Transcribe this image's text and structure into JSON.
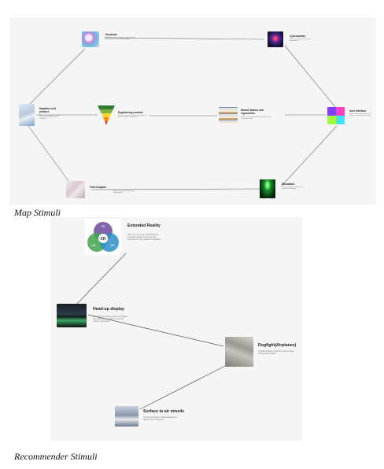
{
  "captions": {
    "map": "Map Stimuli",
    "recommender": "Recommender Stimuli"
  },
  "map_nodes": [
    {
      "title": "Pandemic",
      "desc": "Wikipedia article summary text describing the pandemic concept and related topics.",
      "image": "virus-illustration"
    },
    {
      "title": "Cyberwarfare",
      "desc": "Article summary text describing cyberwarfare.",
      "image": "cyber-skull"
    },
    {
      "title": "Negative-cost product",
      "desc": "Article summary text describing negative-cost products and economics.",
      "image": "office-interior"
    },
    {
      "title": "Engineering controls",
      "desc": "Article summary describing the hierarchy of hazard controls in engineering.",
      "image": "hazard-pyramid"
    },
    {
      "title": "Human factors and ergonomics",
      "desc": "Article summary describing human factors and ergonomics topics.",
      "image": "ergonomics-chart"
    },
    {
      "title": "User interface",
      "desc": "Article summary describing user interfaces and interaction design.",
      "image": "ui-screens"
    },
    {
      "title": "Field Hospital",
      "desc": "Article summary text describing field hospitals.",
      "image": "hospital-tent"
    },
    {
      "title": "Simulation",
      "desc": "Article summary text describing simulation technology.",
      "image": "green-simulation"
    }
  ],
  "rec_nodes": [
    {
      "title": "Extended Reality",
      "desc": "Short text summary describing the extended reality concept and its branches for the simulated interfaces.",
      "image": "xr-venn-diagram",
      "venn": {
        "center": "XR",
        "labels": [
          "VR",
          "AR",
          "MR"
        ]
      }
    },
    {
      "title": "Head-up display",
      "desc": "Short text describing head-up displays that present data without requiring users to look away.",
      "image": "hud-cockpit"
    },
    {
      "title": "Dogfight(Airplanes)",
      "desc": "Combat between aircraft at close range during aerial battles.",
      "image": "dogfight-sketch"
    },
    {
      "title": "Surface to air missile",
      "desc": "Ground-launched missile designed to destroy aircraft targets.",
      "image": "missile-launch"
    }
  ],
  "colors": {
    "panel": "#f5f5f5",
    "edge": "#6e6e6e",
    "xr_purple": "#6e4a9e",
    "xr_green": "#3ea34b",
    "xr_blue": "#2d8fc9"
  }
}
